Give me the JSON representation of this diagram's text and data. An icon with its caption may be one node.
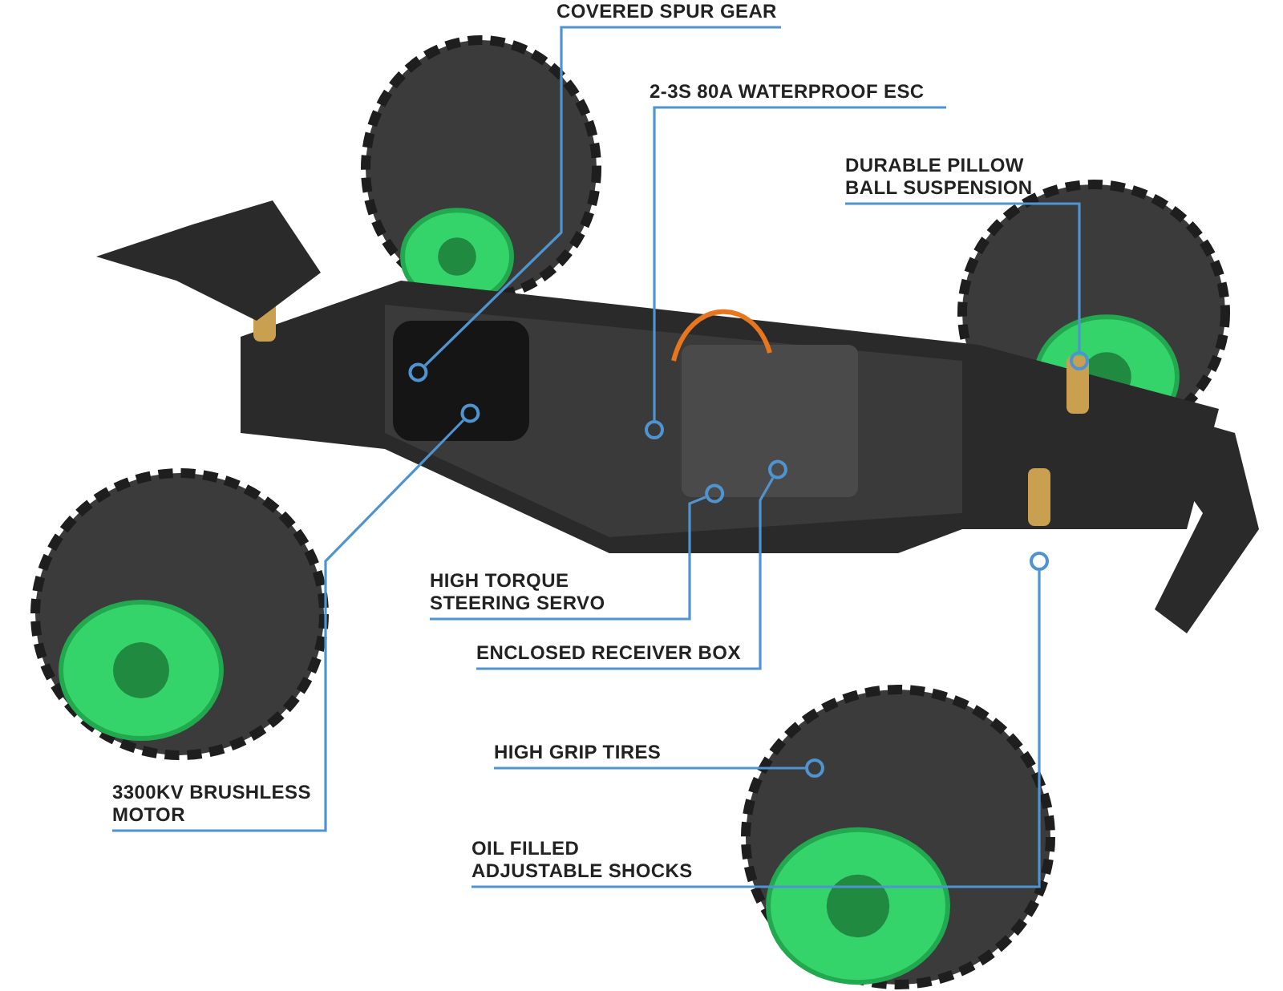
{
  "diagram": {
    "nodes": [
      {
        "text": [
          "COVERED SPUR GEAR"
        ]
      },
      {
        "text": [
          "2-3S 80A WATERPROOF ESC"
        ]
      },
      {
        "text": [
          "DURABLE PILLOW BALL SUSPENSION"
        ]
      },
      {
        "text": [
          "HIGH TORQUE STEERING SERVO"
        ]
      },
      {
        "text": [
          "ENCLOSED RECEIVER BOX"
        ]
      },
      {
        "text": [
          "HIGH GRIP TIRES"
        ]
      },
      {
        "text": [
          "3300KV BRUSHLESS MOTOR"
        ]
      },
      {
        "text": [
          "OIL FILLED ADJUSTABLE SHOCKS"
        ]
      }
    ],
    "edges": [
      {
        "from": 0,
        "to": null,
        "arrow": "other"
      },
      {
        "from": 1,
        "to": null,
        "arrow": "other"
      },
      {
        "from": 2,
        "to": null,
        "arrow": "other"
      },
      {
        "from": 3,
        "to": null,
        "arrow": "other"
      },
      {
        "from": 4,
        "to": null,
        "arrow": "other"
      },
      {
        "from": 5,
        "to": null,
        "arrow": "other"
      },
      {
        "from": 6,
        "to": null,
        "arrow": "other"
      },
      {
        "from": 7,
        "to": null,
        "arrow": "other"
      }
    ]
  }
}
